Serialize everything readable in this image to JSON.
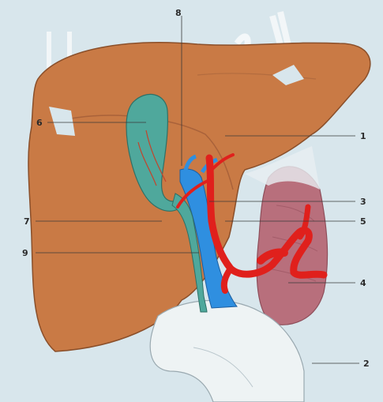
{
  "figure": {
    "parts": {
      "liver": "liver",
      "gallbladder": "gallbladder",
      "bile_duct": "bile-duct",
      "portal_vein": "portal-vein",
      "hepatic_artery": "hepatic-artery",
      "stomach": "stomach",
      "duodenum": "duodenum",
      "ligament": "ligament"
    },
    "callouts": [
      "1",
      "2",
      "3",
      "4",
      "5",
      "6",
      "7",
      "8",
      "9"
    ]
  },
  "colors": {
    "background": "#d8e6ec",
    "liver": "#c97a45",
    "gallbladder": "#4fa89c",
    "portal_vein": "#2f8fe0",
    "artery": "#e0201c",
    "stomach": "#b86f7c",
    "duodenum": "#eef3f4"
  }
}
